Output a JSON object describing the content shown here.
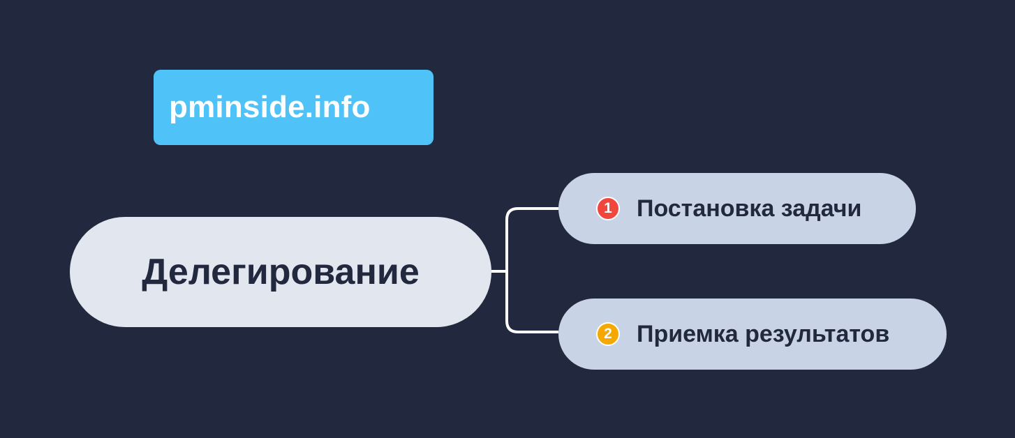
{
  "brand": {
    "text": "pminside.info",
    "color": "#4fc3f7"
  },
  "diagram": {
    "central_label": "Делегирование",
    "children": [
      {
        "number": "1",
        "label": "Постановка задачи",
        "badge_color": "#f0463c",
        "badge_icon": "number-1-icon"
      },
      {
        "number": "2",
        "label": "Приемка результатов",
        "badge_color": "#f5a800",
        "badge_icon": "number-2-icon"
      }
    ]
  },
  "colors": {
    "background": "#22283d",
    "central_node": "#e2e6ef",
    "child_node": "#c8d3e6",
    "connector": "#ffffff"
  }
}
